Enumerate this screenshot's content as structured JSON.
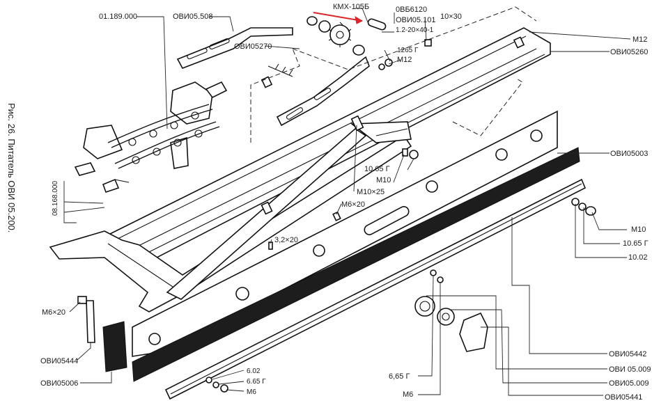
{
  "caption": "Рис. 26. Питатель ОВИ 05.200.",
  "labels": {
    "l_01189000": "01.189.000",
    "l_ovi05508": "ОВИ05.508",
    "l_kmx105b": "КМХ-105Б",
    "l_0vb6120": "0ВБ6120",
    "l_ovi05101": "ОВИ05.101",
    "l_12_20_40": "1.2-20×40-1",
    "l_10x30": "10×30",
    "l_ovi05270": "ОВИ05270",
    "l_1265g": "1265 Г",
    "l_m12_top": "М12",
    "l_m12_right": "М12",
    "l_ovi05260": "ОВИ05260",
    "l_ovi05003": "ОВИ05003",
    "l_1065g_mid": "10.65 Г",
    "l_m10_mid": "М10",
    "l_m10x25": "М10×25",
    "l_m6x20_mid": "М6×20",
    "l_08168000": "08.168.000",
    "l_32x20": "3,2×20",
    "l_m10_right": "М10",
    "l_1065g_right": "10.65 Г",
    "l_1002": "10.02",
    "l_m6x20_left": "М6×20",
    "l_ovi05444": "ОВИ05444",
    "l_ovi05006": "ОВИ05006",
    "l_602": "6.02",
    "l_665g_small": "6.65 Г",
    "l_m6_small": "М6",
    "l_665g_low": "6,65 Г",
    "l_m6_low": "М6",
    "l_ovi05442": "ОВИ05442",
    "l_ovi05009_a": "ОВИ 05.009",
    "l_ovi05009_b": "ОВИ05.009",
    "l_ovi05441": "ОВИ05441"
  },
  "colors": {
    "line": "#111111",
    "arrow": "#d8262a",
    "paper": "#ffffff"
  }
}
